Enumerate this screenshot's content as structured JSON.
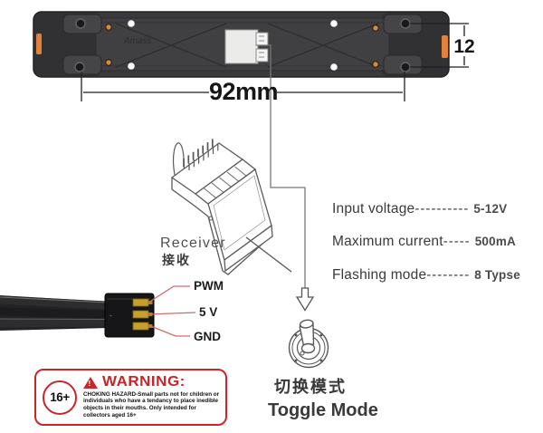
{
  "device_bar": {
    "logo_text": "Amass",
    "dimension_width": "92mm",
    "dimension_height": "12"
  },
  "receiver": {
    "label_en": "Receiver",
    "label_zh": "接收"
  },
  "specs": [
    {
      "label": "Input voltage",
      "dashes": "----------",
      "value": "5-12V"
    },
    {
      "label": "Maximum current",
      "dashes": "-----",
      "value": "500mA"
    },
    {
      "label": "Flashing mode",
      "dashes": "--------",
      "value": "8 Typse"
    }
  ],
  "wire_labels": {
    "pwm": "PWM",
    "five_v": "5 V",
    "gnd": "GND"
  },
  "toggle": {
    "label_zh": "切换模式",
    "label_en": "Toggle Mode"
  },
  "warning": {
    "age_badge": "16+",
    "icon_exclamation": "!",
    "title": "WARNING:",
    "body": "CHOKING HAZARD-Small parts not for children or individuals who have a tendancy to place inedible objects in their mouths. Only intended for collectors aged 16+"
  },
  "colors": {
    "accent_orange": "#e2823a",
    "warning_red": "#c9252b",
    "pin_gold": "#c69f2e",
    "leader_red": "#d06c6c",
    "bar_body": "#3a3a3c"
  }
}
